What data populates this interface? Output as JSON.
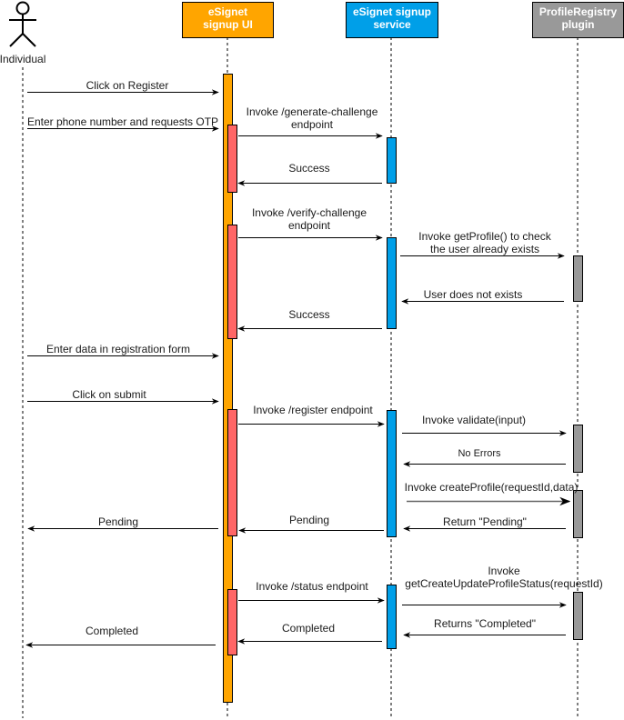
{
  "title": "eSignet signup sequence diagram",
  "colors": {
    "ui": "#FFA500",
    "ui_activation": "#FF6666",
    "service": "#009FE8",
    "plugin": "#999999",
    "line": "#000000",
    "text": "#1a1a1a"
  },
  "participants": [
    {
      "id": "individual",
      "type": "actor",
      "lines": [
        "Individual"
      ]
    },
    {
      "id": "ui",
      "type": "box",
      "lines": [
        "eSignet",
        "signup UI"
      ],
      "color": "#FFA500"
    },
    {
      "id": "service",
      "type": "box",
      "lines": [
        "eSignet signup",
        "service"
      ],
      "color": "#009FE8"
    },
    {
      "id": "plugin",
      "type": "box",
      "lines": [
        "ProfileRegistry",
        "plugin"
      ],
      "color": "#999999"
    }
  ],
  "messages": [
    {
      "from": "individual",
      "to": "ui",
      "lines": [
        "Click on Register"
      ]
    },
    {
      "from": "individual",
      "to": "ui",
      "lines": [
        "Enter phone number and requests OTP"
      ]
    },
    {
      "from": "ui",
      "to": "service",
      "lines": [
        "Invoke /generate-challenge",
        "endpoint"
      ]
    },
    {
      "from": "service",
      "to": "ui",
      "lines": [
        "Success"
      ]
    },
    {
      "from": "ui",
      "to": "service",
      "lines": [
        "Invoke /verify-challenge",
        "endpoint"
      ]
    },
    {
      "from": "service",
      "to": "plugin",
      "lines": [
        "Invoke getProfile() to check",
        "the user already exists"
      ]
    },
    {
      "from": "plugin",
      "to": "service",
      "lines": [
        "User does not exists"
      ]
    },
    {
      "from": "service",
      "to": "ui",
      "lines": [
        "Success"
      ]
    },
    {
      "from": "individual",
      "to": "ui",
      "lines": [
        "Enter data in registration form"
      ]
    },
    {
      "from": "individual",
      "to": "ui",
      "lines": [
        "Click on submit"
      ]
    },
    {
      "from": "ui",
      "to": "service",
      "lines": [
        "Invoke /register endpoint"
      ]
    },
    {
      "from": "service",
      "to": "plugin",
      "lines": [
        "Invoke validate(input)"
      ]
    },
    {
      "from": "plugin",
      "to": "service",
      "lines": [
        "No Errors"
      ]
    },
    {
      "from": "service",
      "to": "plugin",
      "lines": [
        "Invoke createProfile(requestId,data)"
      ]
    },
    {
      "from": "plugin",
      "to": "service",
      "lines": [
        "Return \"Pending\""
      ]
    },
    {
      "from": "service",
      "to": "ui",
      "lines": [
        "Pending"
      ]
    },
    {
      "from": "ui",
      "to": "individual",
      "lines": [
        "Pending"
      ]
    },
    {
      "from": "ui",
      "to": "service",
      "lines": [
        "Invoke /status endpoint"
      ]
    },
    {
      "from": "service",
      "to": "plugin",
      "lines": [
        "Invoke",
        "getCreateUpdateProfileStatus(requestId)"
      ]
    },
    {
      "from": "plugin",
      "to": "service",
      "lines": [
        "Returns \"Completed\""
      ]
    },
    {
      "from": "service",
      "to": "ui",
      "lines": [
        "Completed"
      ]
    },
    {
      "from": "ui",
      "to": "individual",
      "lines": [
        "Completed"
      ]
    }
  ]
}
